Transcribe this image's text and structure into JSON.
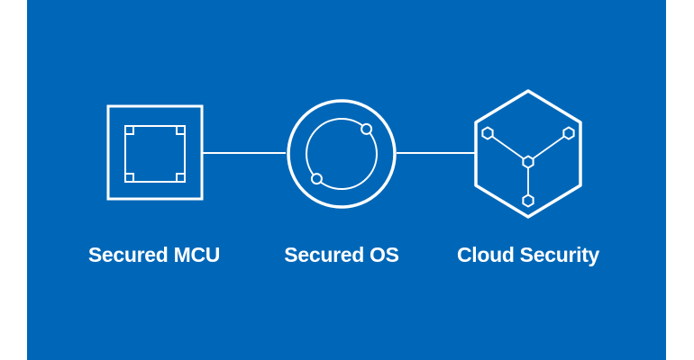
{
  "theme": {
    "canvas_blue": "#0067b8",
    "fg": "#ffffff",
    "page_bg": "#ffffff"
  },
  "diagram": {
    "title": "",
    "nodes": [
      {
        "id": "secured-mcu",
        "label": "Secured MCU",
        "icon": "mcu-chip-icon"
      },
      {
        "id": "secured-os",
        "label": "Secured OS",
        "icon": "os-orbit-circle-icon"
      },
      {
        "id": "cloud-security",
        "label": "Cloud Security",
        "icon": "cloud-hexagon-network-icon"
      }
    ],
    "edges": [
      {
        "from": "secured-mcu",
        "to": "secured-os"
      },
      {
        "from": "secured-os",
        "to": "cloud-security"
      }
    ]
  }
}
